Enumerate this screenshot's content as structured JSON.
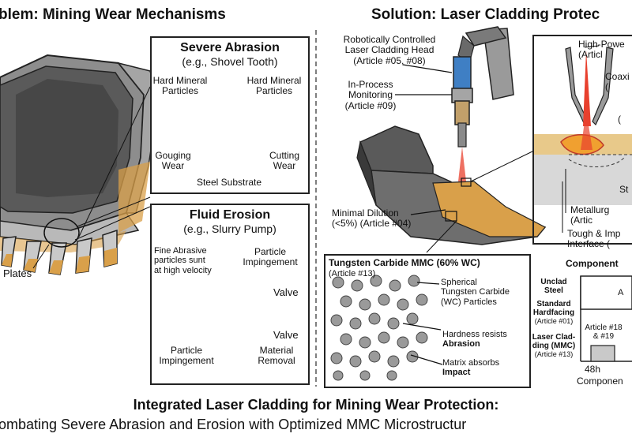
{
  "problem_title": "blem: Mining Wear Mechanisms",
  "solution_title": "Solution: Laser Cladding Protec",
  "bucket": {
    "plates_label": "Plates"
  },
  "abrasion": {
    "title": "Severe Abrasion",
    "subtitle": "(e.g., Shovel Tooth)",
    "hard_left": [
      "Hard Mineral",
      "Particles"
    ],
    "hard_right": [
      "Hard Mineral",
      "Particles"
    ],
    "gouging": [
      "Gouging",
      "Wear"
    ],
    "cutting": [
      "Cutting",
      "Wear"
    ],
    "substrate": "Steel Substrate"
  },
  "erosion": {
    "title": "Fluid Erosion",
    "subtitle": "(e.g., Slurry Pump)",
    "fine": [
      "Fine Abrasive",
      "particles sunt",
      "at high velocity"
    ],
    "impingement_top": [
      "Particle",
      "Impingement"
    ],
    "valve_top": "Valve",
    "valve_mid": "Valve",
    "impingement_bottom": [
      "Particle",
      "Impingement"
    ],
    "removal": [
      "Material",
      "Removal"
    ]
  },
  "cladding": {
    "head": [
      "Robotically Controlled",
      "Laser Cladding Head",
      "(Article #05, #08)"
    ],
    "monitoring": [
      "In-Process",
      "Monitoring",
      "(Article #09)"
    ],
    "dilution": [
      "Minimal Dilution",
      "(<5%) (Article #04)"
    ]
  },
  "mmc": {
    "title": "Tungsten Carbide MMC (60% WC)",
    "article": "(Article #13)",
    "spherical": [
      "Spherical",
      "Tungsten Carbide",
      "(WC) Particles"
    ],
    "hardness": "Hardness resists",
    "hardness_strong": "Abrasion",
    "matrix": "Matrix absorbs",
    "matrix_strong": "Impact"
  },
  "detail": {
    "laser": [
      "High-Powe",
      "(Articl"
    ],
    "coaxial": [
      "Coaxi",
      "("
    ],
    "paren": "(",
    "st": "St",
    "metallurgical": [
      "Metallurg",
      "(Artic"
    ],
    "tough": [
      "Tough & Imp",
      "Interface ("
    ]
  },
  "component": {
    "title": "Component",
    "rows": [
      {
        "label": [
          "Unclad",
          "Steel"
        ],
        "note": ""
      },
      {
        "label": [
          "Standard",
          "Hardfacing"
        ],
        "note": "(Article #01)"
      },
      {
        "label": [
          "Laser Clad-",
          "ding (MMC)"
        ],
        "note": "(Article #13)"
      }
    ],
    "bar_value_label": "A",
    "bar_annotation": [
      "Article #18",
      "& #19"
    ],
    "x_tick": "48h",
    "x_label": "Componen"
  },
  "footer": {
    "title": "Integrated Laser Cladding for Mining Wear Protection:",
    "subtitle": "ombating Severe Abrasion and Erosion with Optimized MMC Microstructur"
  },
  "colors": {
    "steel": "#c9c9c9",
    "wear_orange": "#d9a04a",
    "laser_red": "#e8402e",
    "head_blue": "#3f7fc4",
    "particle": "#8a8a8a"
  }
}
